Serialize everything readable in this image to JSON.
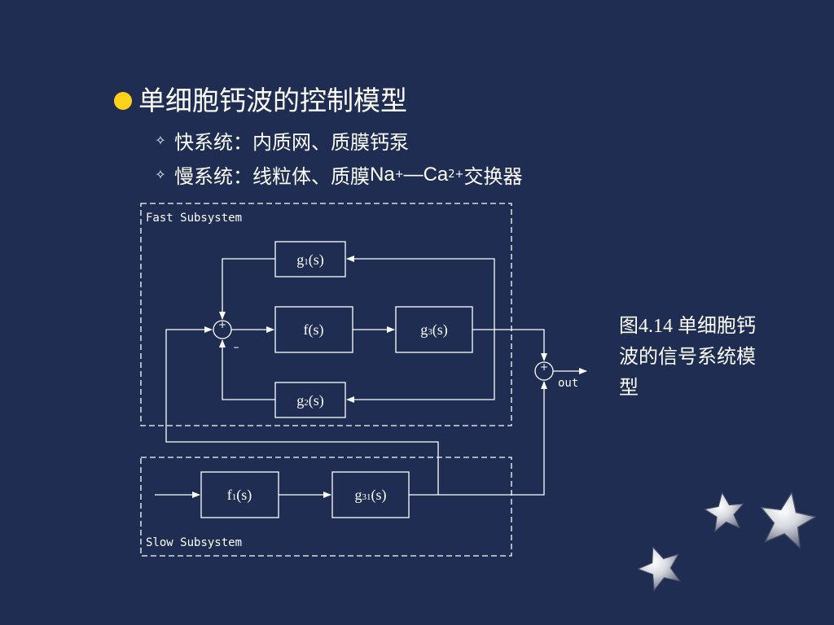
{
  "title": "单细胞钙波的控制模型",
  "bullets": [
    {
      "text": "快系统：内质网、质膜钙泵"
    },
    {
      "prefix": "慢系统：线粒体、质膜",
      "na": "Na",
      "na_sup": "+",
      "dash": "—",
      "ca": "Ca",
      "ca_sup": "2+",
      "suffix": "交换器"
    }
  ],
  "diagram": {
    "fast_label": "Fast Subsystem",
    "slow_label": "Slow Subsystem",
    "blocks": {
      "g1": {
        "base": "g",
        "sub": "1",
        "tail": "(s)"
      },
      "f": {
        "text": "f(s)"
      },
      "g3": {
        "base": "g",
        "sub": "3",
        "tail": "(s)"
      },
      "g2": {
        "base": "g",
        "sub": "2",
        "tail": "(s)"
      },
      "f1": {
        "base": "f",
        "sub": "1",
        "tail": "(s)"
      },
      "g31": {
        "base": "g",
        "sub": "31",
        "tail": "(s)"
      }
    },
    "sum1": {
      "plus": "+",
      "minus": "–"
    },
    "sum2": {
      "plus": "+"
    },
    "out_label": "out"
  },
  "caption": "图4.14  单细胞钙波的信号系统模型",
  "colors": {
    "background": "#1f2d52",
    "bullet": "#ffd21a",
    "line": "#ffffff"
  }
}
